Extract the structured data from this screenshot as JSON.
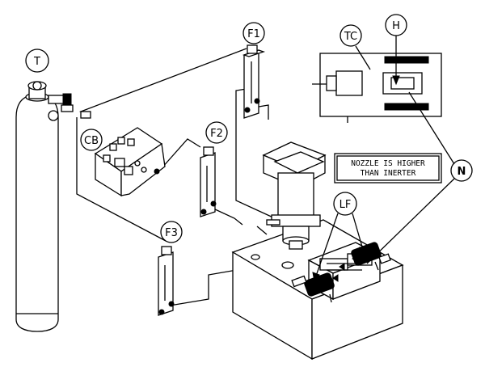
{
  "labels": {
    "tank": "T",
    "control_box": "CB",
    "flowmeter_1": "F1",
    "flowmeter_2": "F2",
    "flowmeter_3": "F3",
    "thermocouple": "TC",
    "heater": "H",
    "nozzle": "N",
    "laminar_flow": "LF"
  },
  "note": {
    "line1": "NOZZLE IS HIGHER",
    "line2": "THAN INERTER"
  }
}
